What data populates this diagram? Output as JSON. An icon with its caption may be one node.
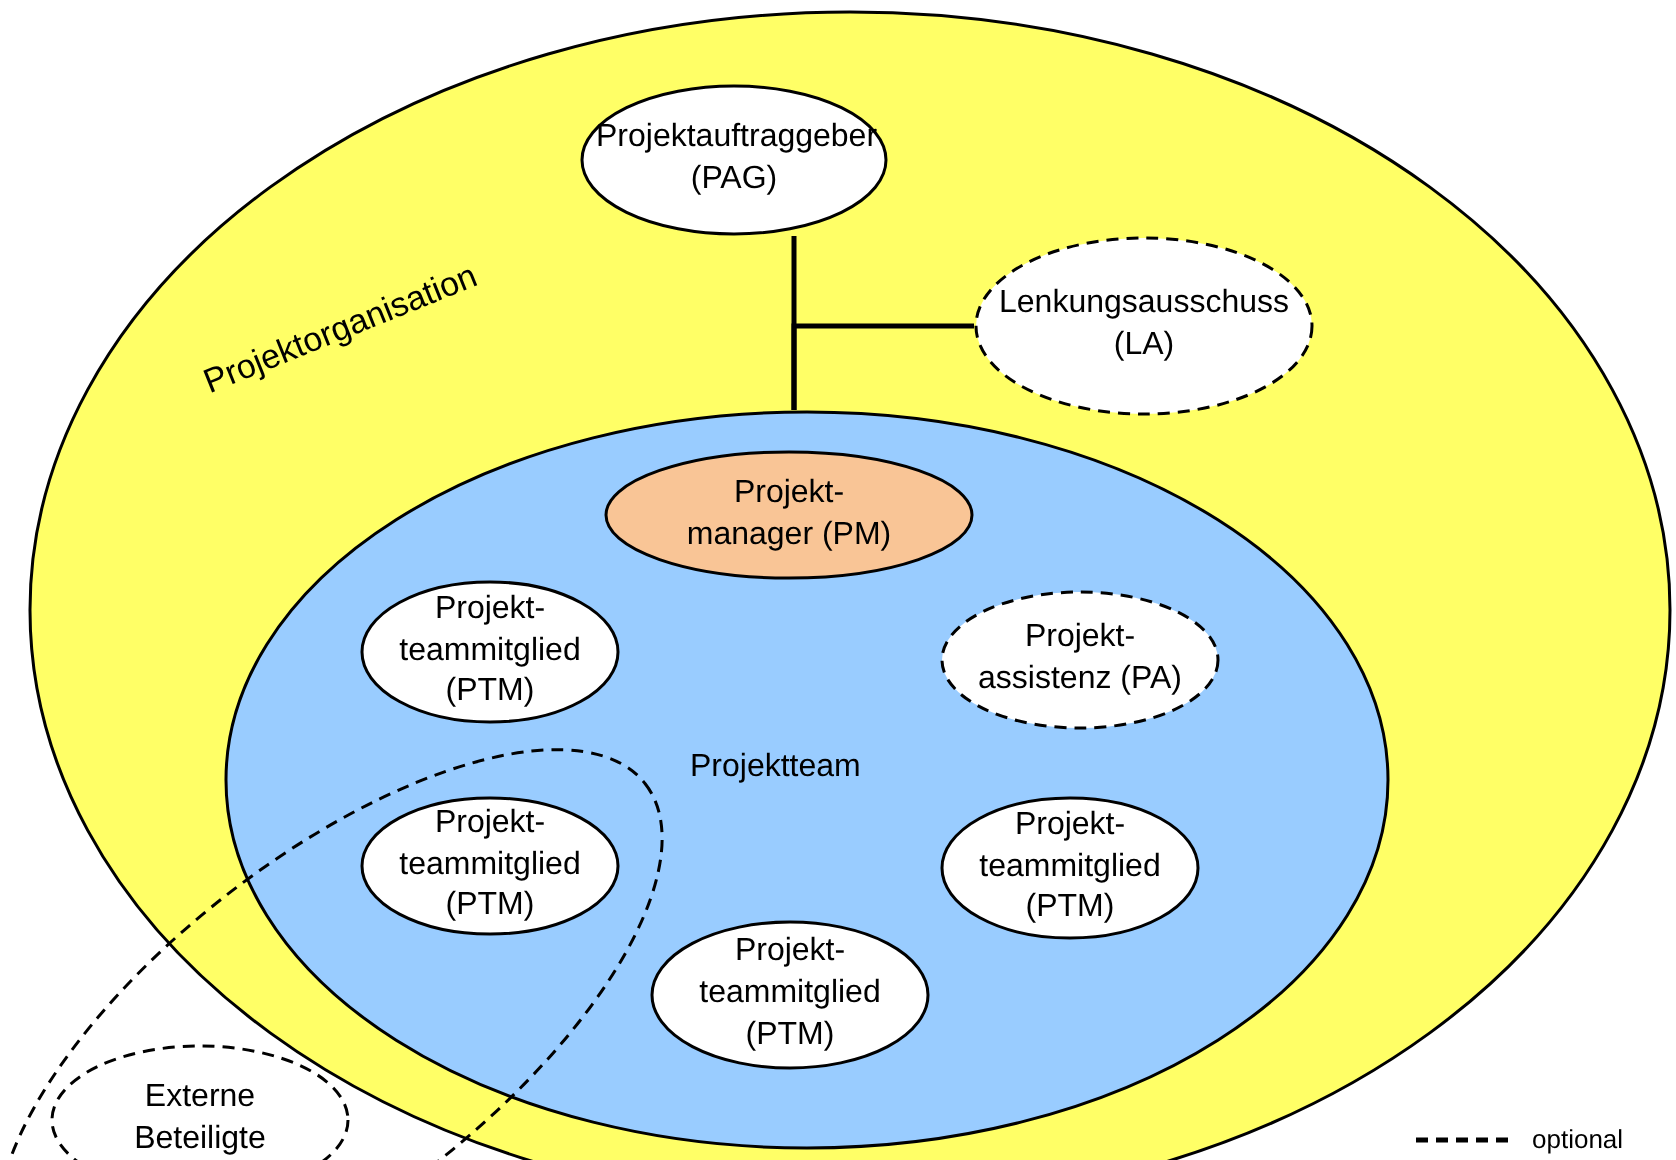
{
  "diagram": {
    "nodes": [
      {
        "text": [
          "Projektorganisation"
        ]
      },
      {
        "text": [
          "Projektauftraggeber (PAG)"
        ],
        "in": 0
      },
      {
        "text": [
          "Lenkungsausschuss (LA)"
        ],
        "in": 0
      },
      {
        "text": [
          "Projektteam"
        ],
        "in": 0
      },
      {
        "text": [
          "Projekt- manager (PM)"
        ],
        "in": 3
      },
      {
        "text": [
          "Projekt- teammitglied (PTM)"
        ],
        "in": 3
      },
      {
        "text": [
          "Projekt- assistenz (PA)"
        ],
        "in": 3
      },
      {
        "text": [
          "Projekt- teammitglied (PTM)"
        ]
      },
      {
        "text": [
          "Projekt- teammitglied (PTM)"
        ],
        "in": 3
      },
      {
        "text": [
          "Projekt- teammitglied (PTM)"
        ],
        "in": 3
      },
      {
        "text": [],
        "shape": "ellipse"
      },
      {
        "text": [
          "Externe Beteiligte"
        ],
        "in": 10
      }
    ],
    "edges": [
      {
        "from": 1,
        "to": 3,
        "arrow": "none"
      },
      {
        "from": 2,
        "to": 3,
        "arrow": "none"
      }
    ],
    "legend": [
      {
        "text": "optional"
      }
    ]
  }
}
